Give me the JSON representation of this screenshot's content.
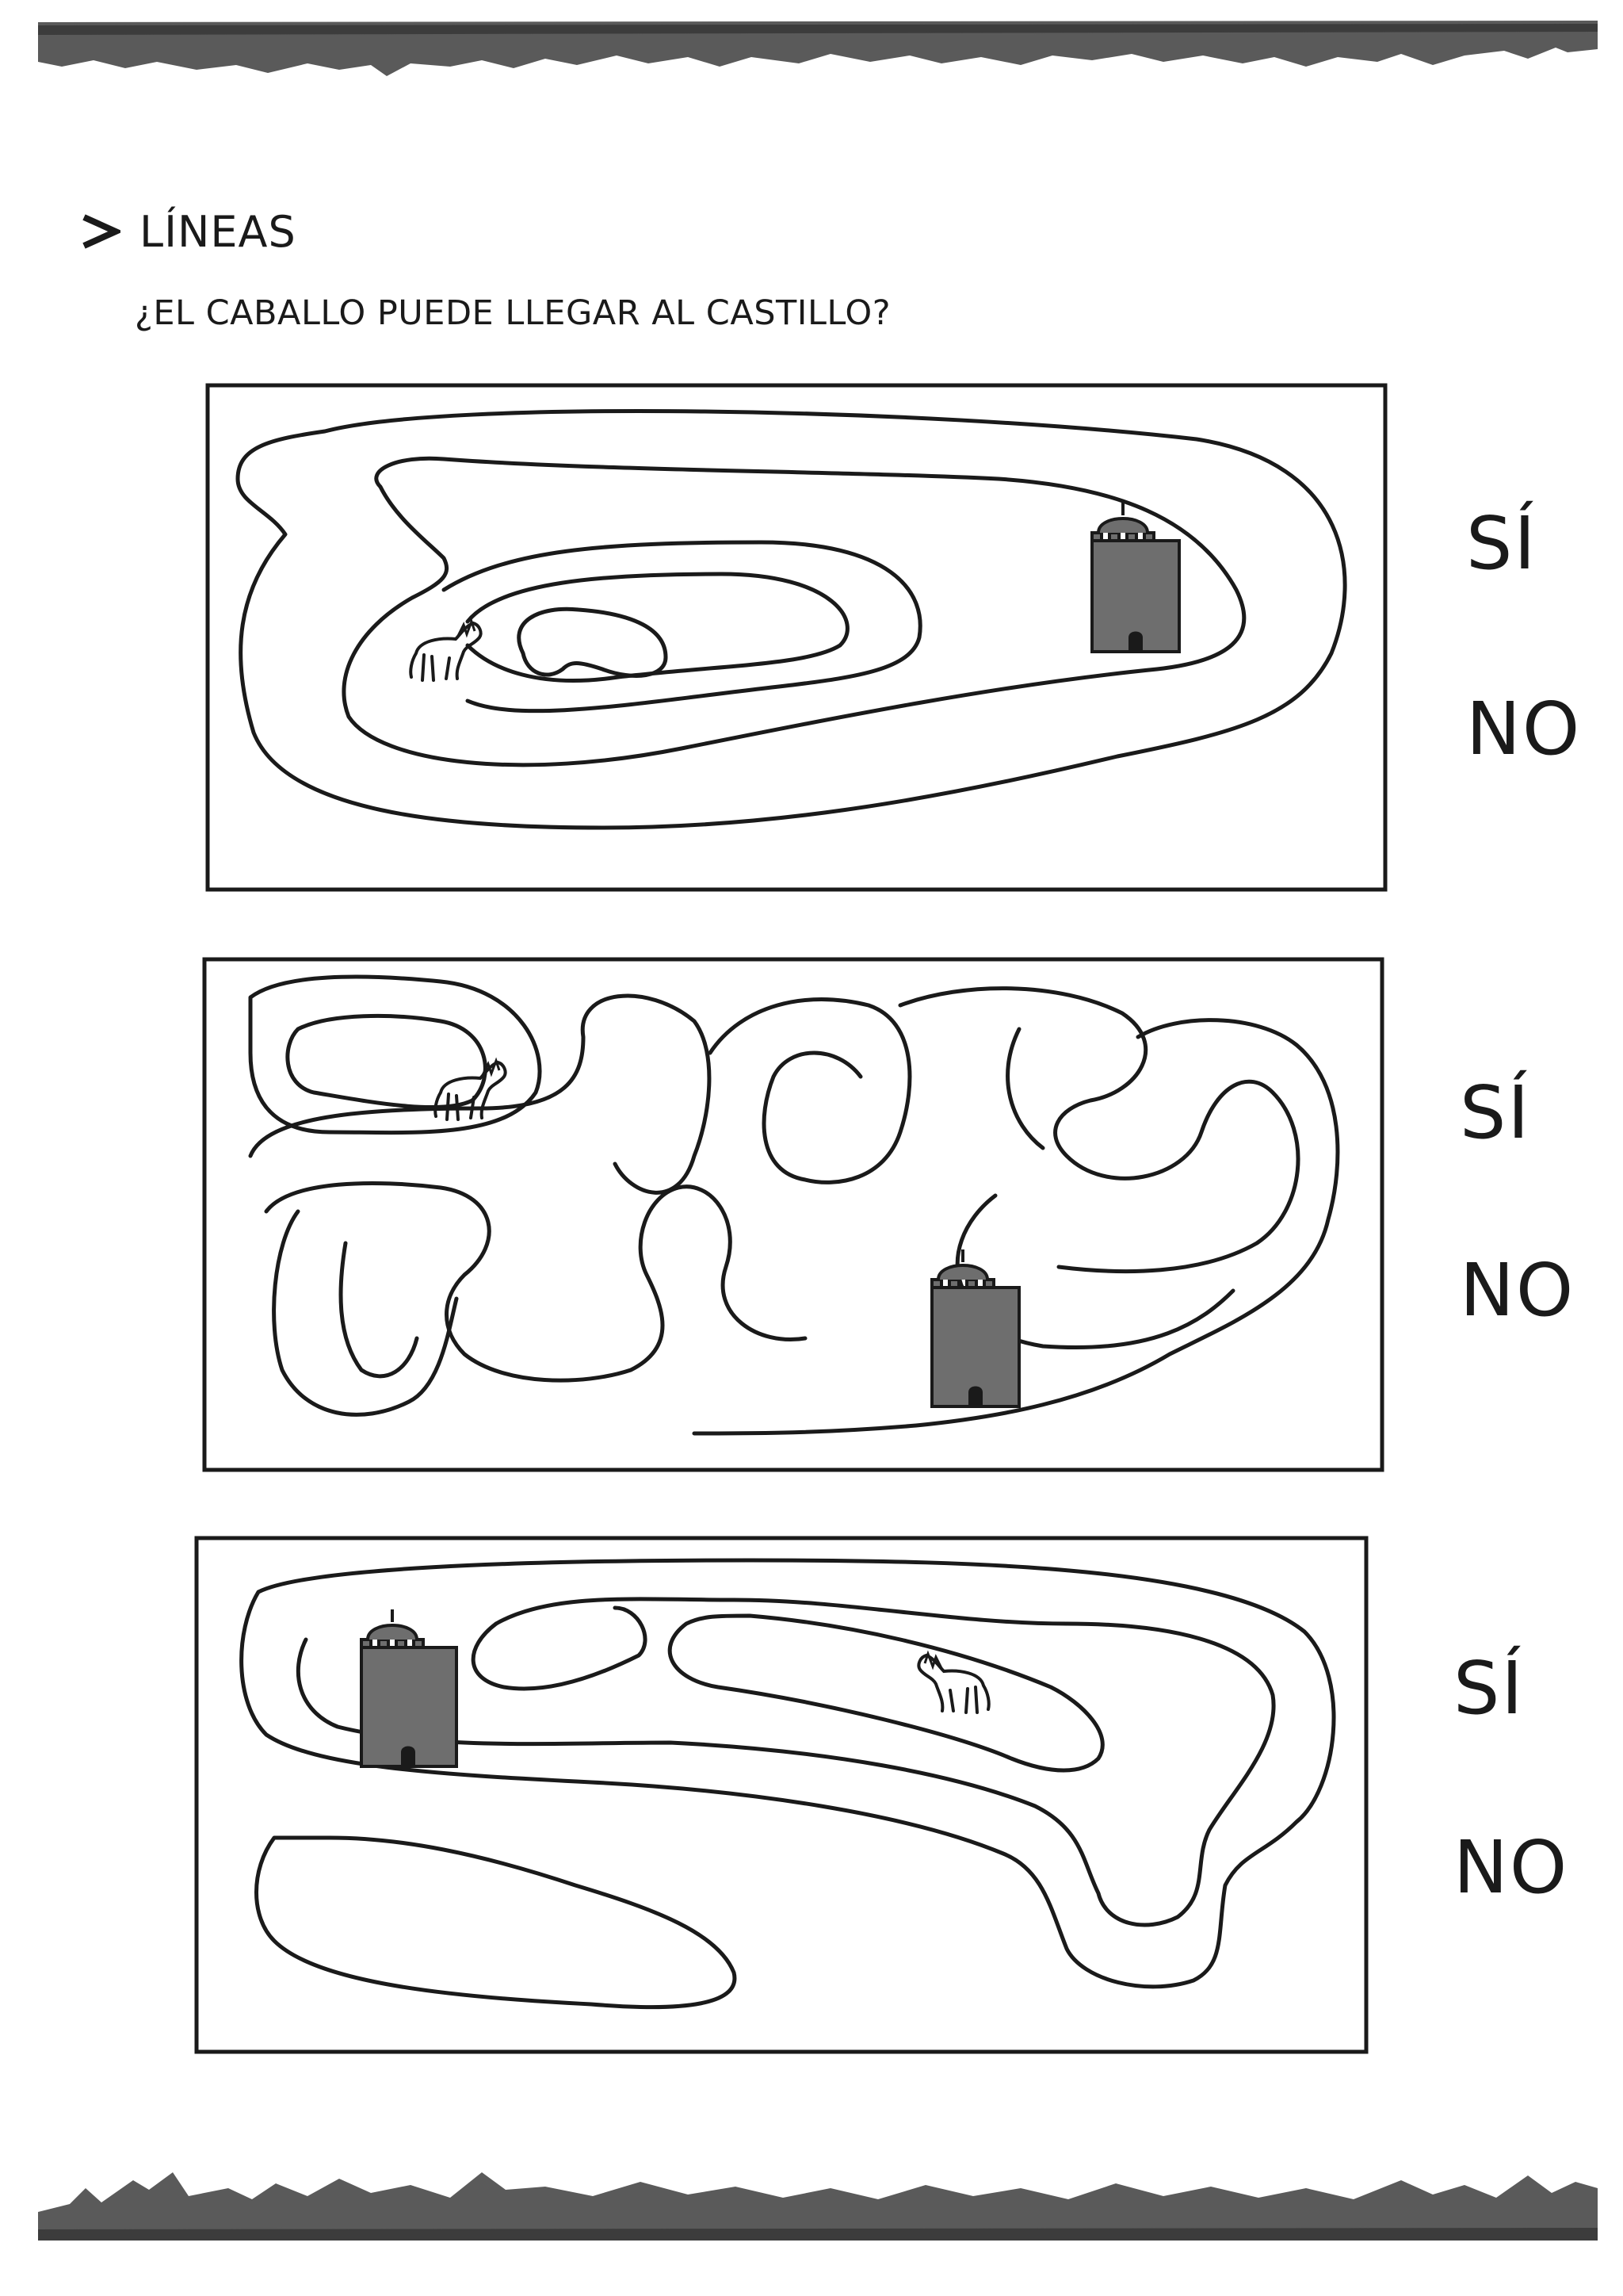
{
  "worksheet": {
    "section_title": "LÍNEAS",
    "question": "¿EL CABALLO PUEDE LLEGAR AL CASTILLO?",
    "option_yes": "SÍ",
    "option_no": "NO"
  },
  "icons": {
    "bullet": "chevron-right-icon",
    "start": "horse-icon",
    "goal": "castle-icon"
  },
  "colors": {
    "ink": "#1a1a1a",
    "castle_fill": "#6e6e6e",
    "band_fill": "#5a5a5a"
  }
}
